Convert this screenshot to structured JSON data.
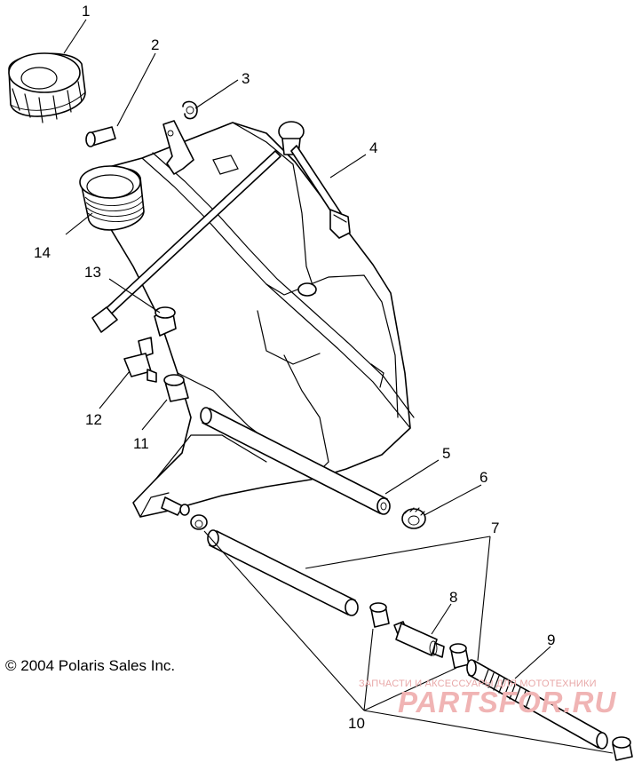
{
  "diagram": {
    "callouts": [
      "1",
      "2",
      "3",
      "4",
      "5",
      "6",
      "7",
      "8",
      "9",
      "10",
      "11",
      "12",
      "13",
      "14"
    ],
    "copyright": "© 2004 Polaris Sales Inc.",
    "watermark": {
      "tagline": "ЗАПЧАСТИ И АКСЕССУАРЫ ДЛЯ МОТОТЕХНИКИ",
      "logo": "PARTSFOR.RU",
      "color": "#f0b4b4"
    }
  }
}
